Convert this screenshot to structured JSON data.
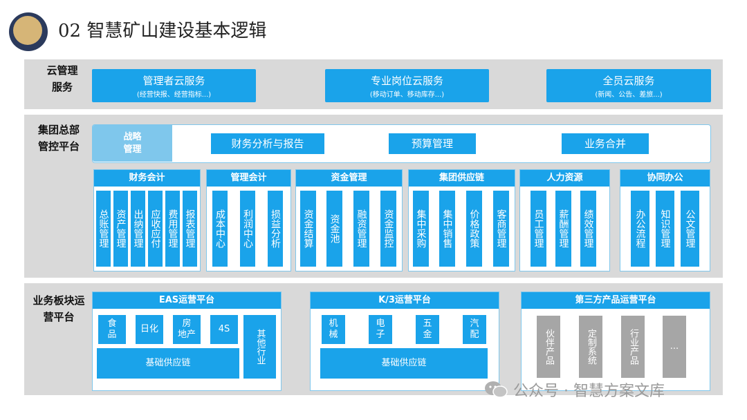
{
  "title": "02 智慧矿山建设基本逻辑",
  "cloud": {
    "label_line1": "云管理",
    "label_line2": "服务",
    "services": [
      {
        "name": "管理者云服务",
        "desc": "(经营快报、经营指标...)"
      },
      {
        "name": "专业岗位云服务",
        "desc": "(移动订单、移动库存...)"
      },
      {
        "name": "全员云服务",
        "desc": "(新闻、公告、差旅...)"
      }
    ]
  },
  "hq": {
    "label_line1": "集团总部",
    "label_line2": "管控平台",
    "strategy_line1": "战略",
    "strategy_line2": "管理",
    "items": [
      "财务分析与报告",
      "预算管理",
      "业务合并"
    ],
    "groups": [
      {
        "name": "财务会计",
        "items": [
          "总账管理",
          "资产管理",
          "出纳管理",
          "应收应付",
          "费用管理",
          "报表管理"
        ]
      },
      {
        "name": "管理会计",
        "items": [
          "成本中心",
          "利润中心",
          "损益分析"
        ]
      },
      {
        "name": "资金管理",
        "items": [
          "资金结算",
          "资金池",
          "融资管理",
          "资金监控"
        ]
      },
      {
        "name": "集团供应链",
        "items": [
          "集中采购",
          "集中销售",
          "价格政策",
          "客商管理"
        ]
      },
      {
        "name": "人力资源",
        "items": [
          "员工管理",
          "薪酬管理",
          "绩效管理"
        ]
      },
      {
        "name": "协同办公",
        "items": [
          "办公流程",
          "知识管理",
          "公文管理"
        ]
      }
    ]
  },
  "business": {
    "label_line1": "业务板块运",
    "label_line2": "营平台",
    "eas": {
      "name": "EAS运营平台",
      "cells": [
        {
          "line1": "食",
          "line2": "品"
        },
        {
          "line1": "日化",
          "line2": ""
        },
        {
          "line1": "房",
          "line2": "地产"
        },
        {
          "line1": "4S",
          "line2": ""
        }
      ],
      "other": "其他行业",
      "base": "基础供应链"
    },
    "k3": {
      "name": "K/3运营平台",
      "cells": [
        {
          "line1": "机",
          "line2": "械"
        },
        {
          "line1": "电",
          "line2": "子"
        },
        {
          "line1": "五",
          "line2": "金"
        },
        {
          "line1": "汽",
          "line2": "配"
        }
      ],
      "base": "基础供应链"
    },
    "third": {
      "name": "第三方产品运营平台",
      "items": [
        "伙伴产品",
        "定制系统",
        "行业产品",
        "..."
      ]
    }
  },
  "watermark": {
    "text": "公众号 · 智慧方案文库"
  },
  "colors": {
    "primary": "#1aa3ea",
    "light": "#7fc7ec",
    "band": "#d9d9d9",
    "gray_cell": "#a6a6a6",
    "logo_outer": "#2b3a5c",
    "logo_inner": "#d6b577"
  }
}
